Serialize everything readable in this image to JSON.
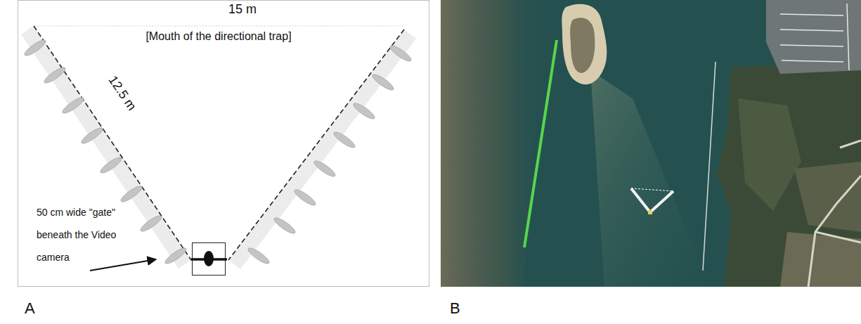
{
  "diagram": {
    "labels": [
      "15 m",
      "[Mouth of the directional trap]",
      "12.5 m",
      "50 cm wide \"gate\" beneath the Video camera",
      "A",
      "B"
    ]
  }
}
